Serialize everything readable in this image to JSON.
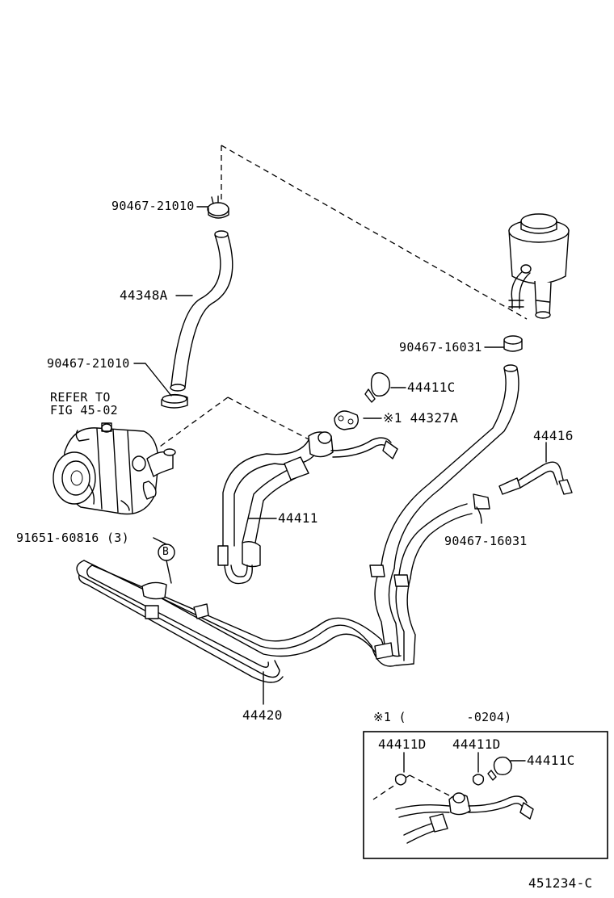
{
  "labels": {
    "clamp_top": "90467-21010",
    "hose_return": "44348A",
    "clamp_mid": "90467-21010",
    "refer": "REFER TO",
    "refer_fig": "FIG 45-02",
    "bolt": "91651-60816 (3)",
    "callout_b": "B",
    "tube_assy": "44420",
    "pressure_tube": "44411",
    "union_bolt": "44411C",
    "clamp_note": "※1 44327A",
    "clamp_reservoir": "90467-16031",
    "tube_right": "44416",
    "clamp_lower_right": "90467-16031",
    "inset_note": "※1 (        -0204)",
    "inset_gasket_1": "44411D",
    "inset_gasket_2": "44411D",
    "inset_bolt": "44411C",
    "figure_id": "451234-C"
  }
}
